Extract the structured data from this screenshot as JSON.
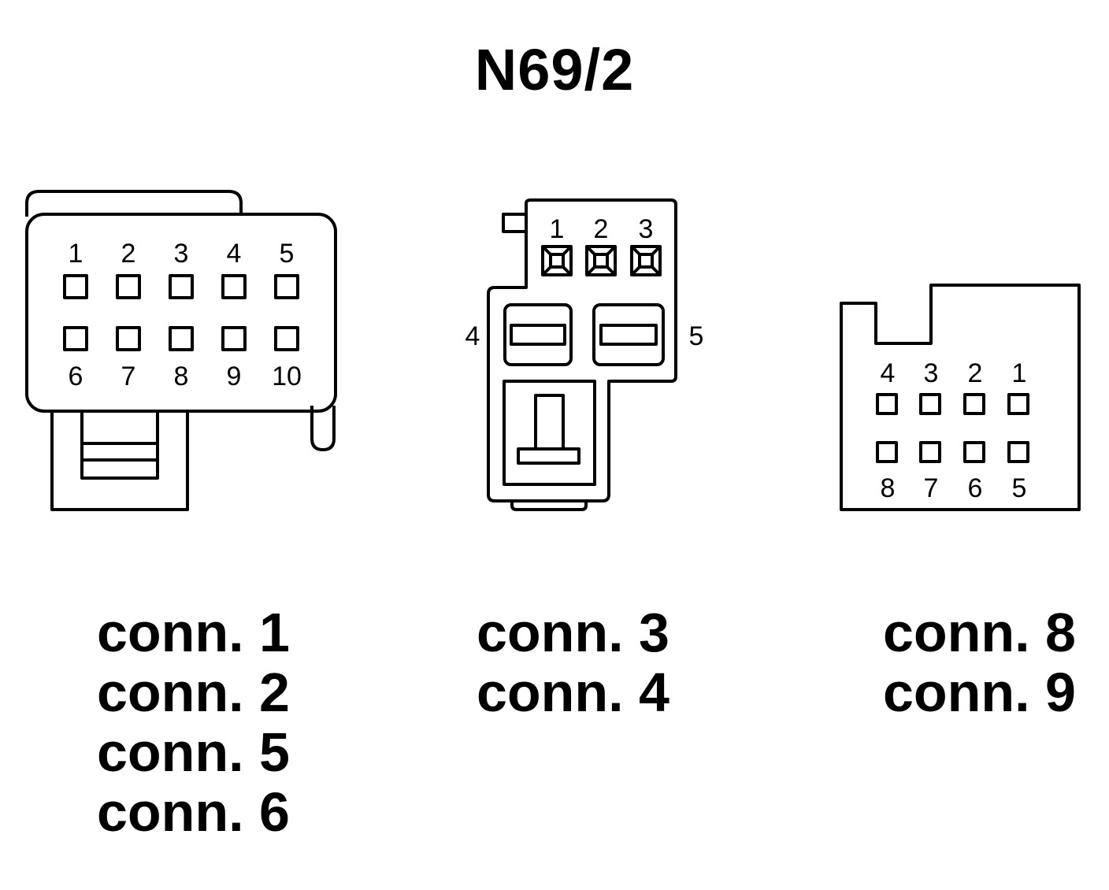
{
  "title": "N69/2",
  "connectors": [
    {
      "id": "left",
      "pins_top": [
        "1",
        "2",
        "3",
        "4",
        "5"
      ],
      "pins_bottom": [
        "6",
        "7",
        "8",
        "9",
        "10"
      ],
      "labels": [
        "conn. 1",
        "conn. 2",
        "conn. 5",
        "conn. 6"
      ]
    },
    {
      "id": "middle",
      "pins_top": [
        "1",
        "2",
        "3"
      ],
      "side_pin_left": "4",
      "side_pin_right": "5",
      "labels": [
        "conn. 3",
        "conn. 4"
      ]
    },
    {
      "id": "right",
      "pins_top": [
        "4",
        "3",
        "2",
        "1"
      ],
      "pins_bottom": [
        "8",
        "7",
        "6",
        "5"
      ],
      "labels": [
        "conn. 8",
        "conn. 9"
      ]
    }
  ]
}
